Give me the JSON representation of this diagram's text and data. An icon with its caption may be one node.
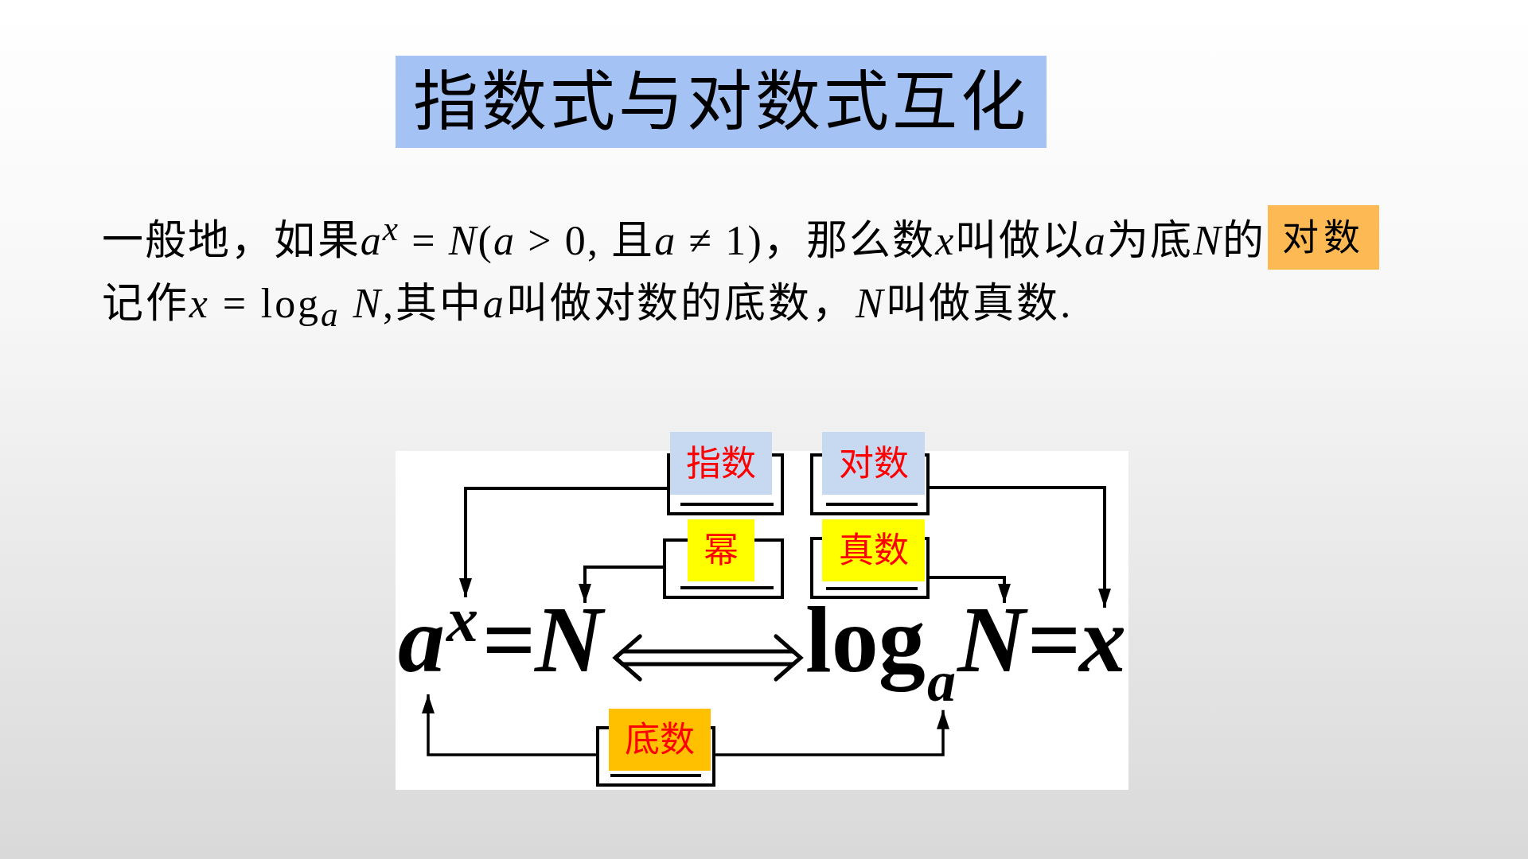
{
  "diagram": {
    "title": "指数式与对数式互化",
    "nodes": [
      {
        "text": [
          "对数"
        ]
      },
      {
        "text": [
          "指数"
        ]
      },
      {
        "text": [
          "对数"
        ]
      },
      {
        "text": [
          "幂"
        ]
      },
      {
        "text": [
          "真数"
        ]
      },
      {
        "text": [
          "a"
        ]
      },
      {
        "text": [
          "x"
        ]
      },
      {
        "text": [
          "N"
        ]
      },
      {
        "text": [
          "log"
        ]
      },
      {
        "text": [
          "a"
        ]
      },
      {
        "text": [
          "N"
        ]
      },
      {
        "text": [
          "x"
        ]
      },
      {
        "text": [
          "底数"
        ]
      }
    ],
    "edges": [
      {
        "from": 1,
        "to": 6,
        "arrow": "to"
      },
      {
        "from": 2,
        "to": 11,
        "arrow": "to"
      },
      {
        "from": 3,
        "to": 7,
        "arrow": "to"
      },
      {
        "from": 4,
        "to": 10,
        "arrow": "to"
      },
      {
        "from": 7,
        "to": 8,
        "arrow": "both"
      },
      {
        "from": 12,
        "to": 5,
        "arrow": "to"
      },
      {
        "from": 12,
        "to": 9,
        "arrow": "to"
      }
    ],
    "labels": [
      "一般地，如果a$^{x}$ = N(a > 0, 且a ≠ 1)，那么数x叫做以a为底N的",
      "记作x = log$_{a}$ N,其中a叫做对数的底数，N叫做真数.",
      "=",
      "="
    ]
  }
}
